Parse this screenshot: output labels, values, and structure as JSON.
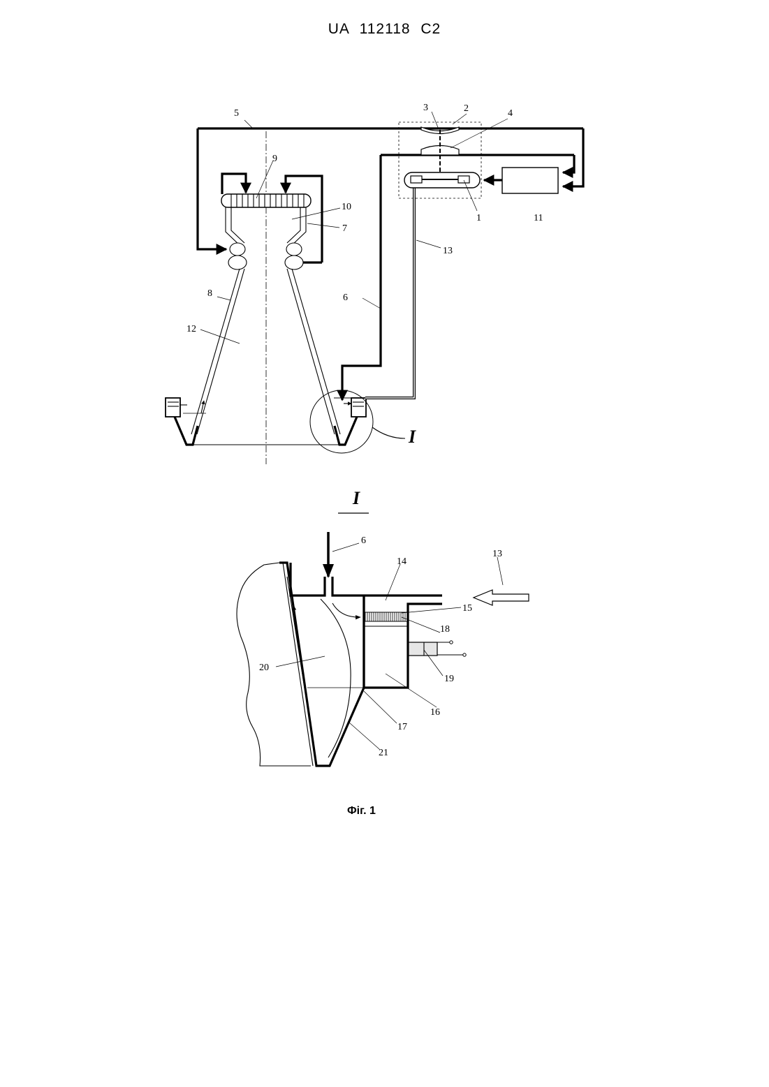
{
  "header": {
    "text": "UA   112118   C2"
  },
  "figure1": {
    "labels": {
      "n1": "1",
      "n2": "2",
      "n3": "3",
      "n4": "4",
      "n5": "5",
      "n6": "6",
      "n7": "7",
      "n8": "8",
      "n9": "9",
      "n10": "10",
      "n11": "11",
      "n12": "12",
      "n13": "13",
      "detail": "I"
    }
  },
  "detail": {
    "title": "I",
    "labels": {
      "n6": "6",
      "n13": "13",
      "n14": "14",
      "n15": "15",
      "n16": "16",
      "n17": "17",
      "n18": "18",
      "n19": "19",
      "n20": "20",
      "n21": "21"
    }
  },
  "caption": "Фіг. 1"
}
